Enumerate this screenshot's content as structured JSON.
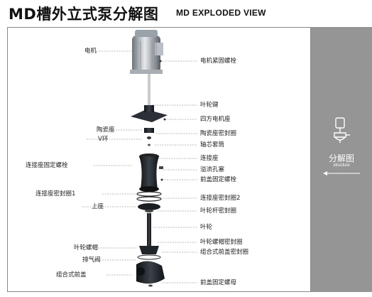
{
  "title": {
    "cn": "MD槽外立式泵分解图",
    "en": "MD EXPLODED VIEW"
  },
  "side_panel": {
    "label": "分解图",
    "sublabel": "structure",
    "icon": "pump-icon",
    "arrow": "arrow-left-icon"
  },
  "labels_left": [
    "电机",
    "陶瓷座",
    "V环",
    "连接座固定螺栓",
    "连接座密封圈1",
    "上座",
    "叶轮螺帽",
    "排气阀",
    "组合式前盖"
  ],
  "labels_right": [
    "电机紧固螺栓",
    "叶轮键",
    "四方电机座",
    "陶瓷座密封圈",
    "轴芯套筒",
    "连接座",
    "溢流孔塞",
    "前盖固定螺栓",
    "连接座密封圈2",
    "叶轮杆密封圈",
    "叶轮",
    "叶轮螺帽密封圈",
    "组合式前盖密封圈",
    "前盖固定螺母"
  ],
  "colors": {
    "side_panel": "#959595",
    "frame_border": "#888888",
    "part_dark": "#1f2428"
  }
}
